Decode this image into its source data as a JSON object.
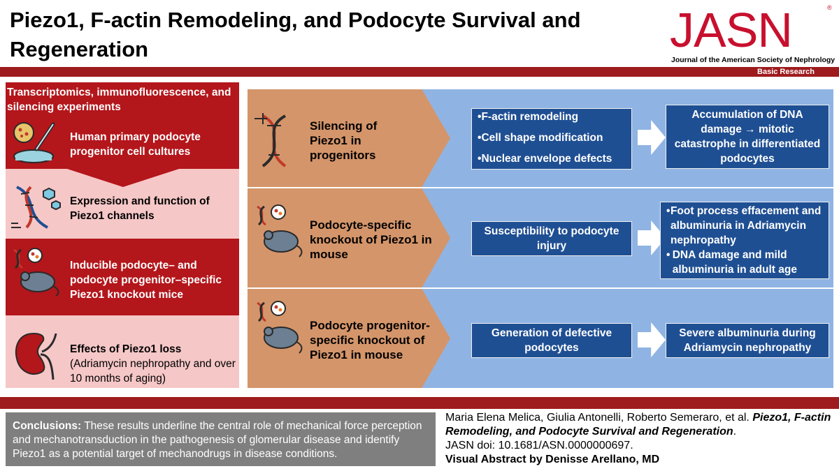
{
  "header": {
    "title": "Piezo1, F-actin Remodeling, and Podocyte Survival and Regeneration",
    "logo": "JASN",
    "journal_name": "Journal of the American Society of Nephrology",
    "section": "Basic Research",
    "accent_color": "#9e1b1e"
  },
  "left": {
    "methods": "Transcriptomics, immunofluorescence, and silencing experiments",
    "items": [
      {
        "text": "Human primary podocyte progenitor cell cultures",
        "icon": "petri-dish-pipette-icon"
      },
      {
        "text": "Expression and function of Piezo1 channels",
        "icon": "dna-molecule-icon"
      },
      {
        "text": "Inducible podocyte– and podocyte progenitor–specific Piezo1 knockout mice",
        "icon": "knockout-mouse-icon"
      },
      {
        "text": "Effects of Piezo1 loss",
        "sub": "(Adriamycin nephropathy and over 10 months of aging)",
        "icon": "kidney-icon"
      }
    ]
  },
  "rows": [
    {
      "label": "Silencing of Piezo1 in progenitors",
      "icon": "dna-scissors-icon",
      "effects": [
        "F-actin remodeling",
        "Cell shape modification",
        "Nuclear envelope defects"
      ],
      "outcome": "Accumulation of DNA damage → mitotic catastrophe in differentiated podocytes"
    },
    {
      "label": "Podocyte-specific knockout of Piezo1 in mouse",
      "icon": "knockout-mouse-icon",
      "effect": "Susceptibility to podocyte injury",
      "outcomes": [
        "Foot process effacement and albuminuria in Adriamycin nephropathy",
        "DNA damage and mild albuminuria in adult age"
      ]
    },
    {
      "label": "Podocyte progenitor-specific knockout of Piezo1 in mouse",
      "icon": "knockout-mouse-icon",
      "effect": "Generation of defective podocytes",
      "outcome": "Severe albuminuria during Adriamycin nephropathy"
    }
  ],
  "conclusions": {
    "label": "Conclusions:",
    "text": "These results underline the central role of mechanical force perception and mechanotransduction in the pathogenesis of glomerular disease and identify Piezo1 as a potential target of mechanodrugs in disease conditions."
  },
  "citation": {
    "authors": "Maria Elena Melica, Giulia Antonelli, Roberto Semeraro, et al.",
    "title": "Piezo1, F-actin Remodeling, and Podocyte Survival and Regeneration",
    "doi": "JASN doi: 10.1681/ASN.0000000697.",
    "credit": "Visual Abstract by Denisse Arellano, MD"
  }
}
